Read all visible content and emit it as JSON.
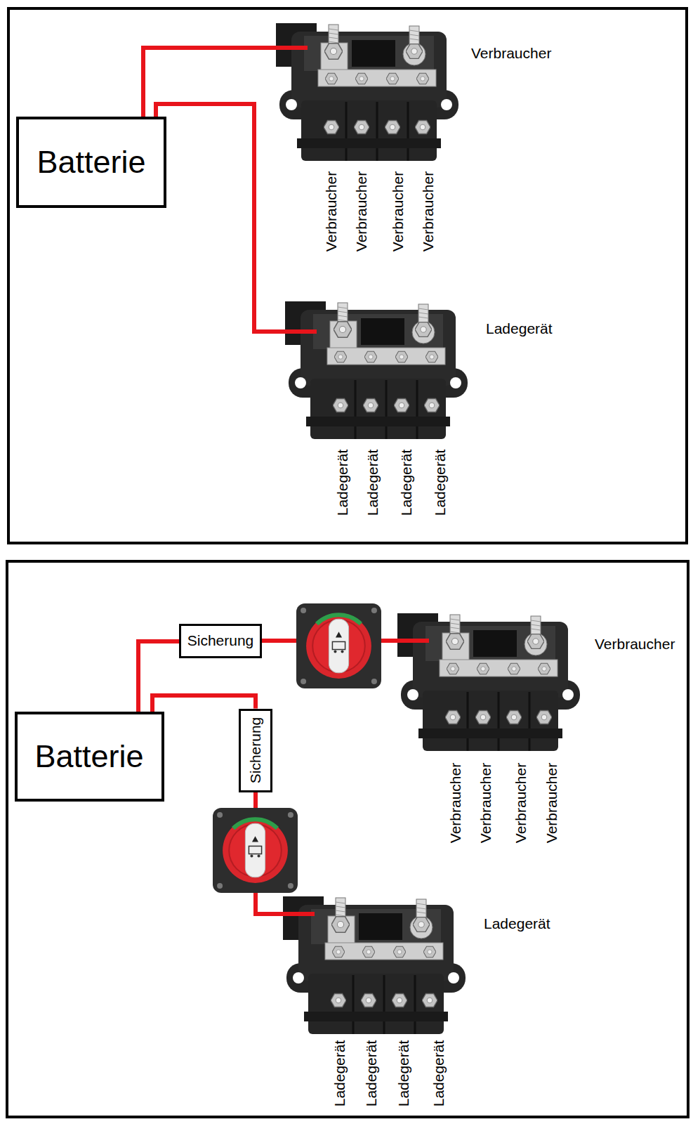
{
  "diagram": {
    "nodes": [
      {
        "text": [
          "Batterie"
        ]
      },
      {
        "text": [
          "Verbraucher"
        ]
      },
      {
        "text": [
          "Ladegerät"
        ]
      },
      {
        "text": [
          "Batterie"
        ]
      },
      {
        "text": [
          "Sicherung"
        ]
      },
      {
        "text": [
          "Verbraucher"
        ]
      },
      {
        "text": [
          "Sicherung"
        ]
      },
      {
        "text": [
          "Ladegerät"
        ]
      }
    ],
    "edges": [
      {
        "from": 0,
        "to": 1,
        "arrow": "none"
      },
      {
        "from": 0,
        "to": 2,
        "arrow": "none"
      },
      {
        "from": 3,
        "to": 4,
        "arrow": "none"
      },
      {
        "from": 4,
        "to": 5,
        "arrow": "none"
      },
      {
        "from": 3,
        "to": 6,
        "arrow": "none"
      },
      {
        "from": 6,
        "to": 7,
        "arrow": "none"
      }
    ],
    "labels": [
      "Verbraucher",
      "Verbraucher",
      "Verbraucher",
      "Verbraucher",
      "Ladegerät",
      "Ladegerät",
      "Ladegerät",
      "Ladegerät",
      "Verbraucher",
      "Verbraucher",
      "Verbraucher",
      "Verbraucher",
      "Ladegerät",
      "Ladegerät",
      "Ladegerät",
      "Ladegerät"
    ]
  }
}
